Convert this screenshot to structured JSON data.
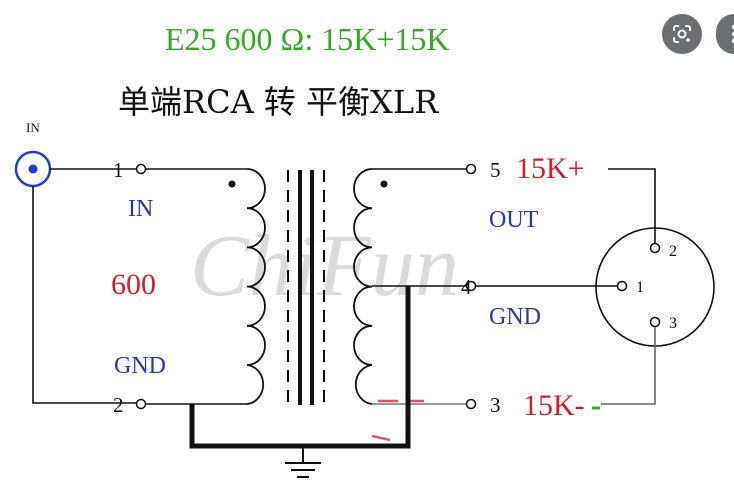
{
  "title": {
    "line1": "E25   600 Ω: 15K+15K",
    "line2": "单端RCA 转 平衡XLR"
  },
  "labels": {
    "in_jack": "IN",
    "pin1": "1",
    "pin2": "2",
    "pin3": "3",
    "pin4": "4",
    "pin5": "5",
    "primary_in": "IN",
    "primary_impedance": "600",
    "primary_gnd": "GND",
    "secondary_out": "OUT",
    "secondary_gnd": "GND",
    "out_plus": "15K+",
    "out_minus": "15K-",
    "xlr_pin1": "1",
    "xlr_pin2": "2",
    "xlr_pin3": "3"
  },
  "watermark": "ChiFun",
  "colors": {
    "title_green": "#33aa22",
    "label_blue": "#2a36b8",
    "label_red": "#d21e2a",
    "wire": "#111111",
    "wire_gray": "#666666",
    "jack_blue": "#1e3ecf"
  },
  "icons": {
    "lens": "google-lens-icon",
    "more": "more-icon"
  }
}
